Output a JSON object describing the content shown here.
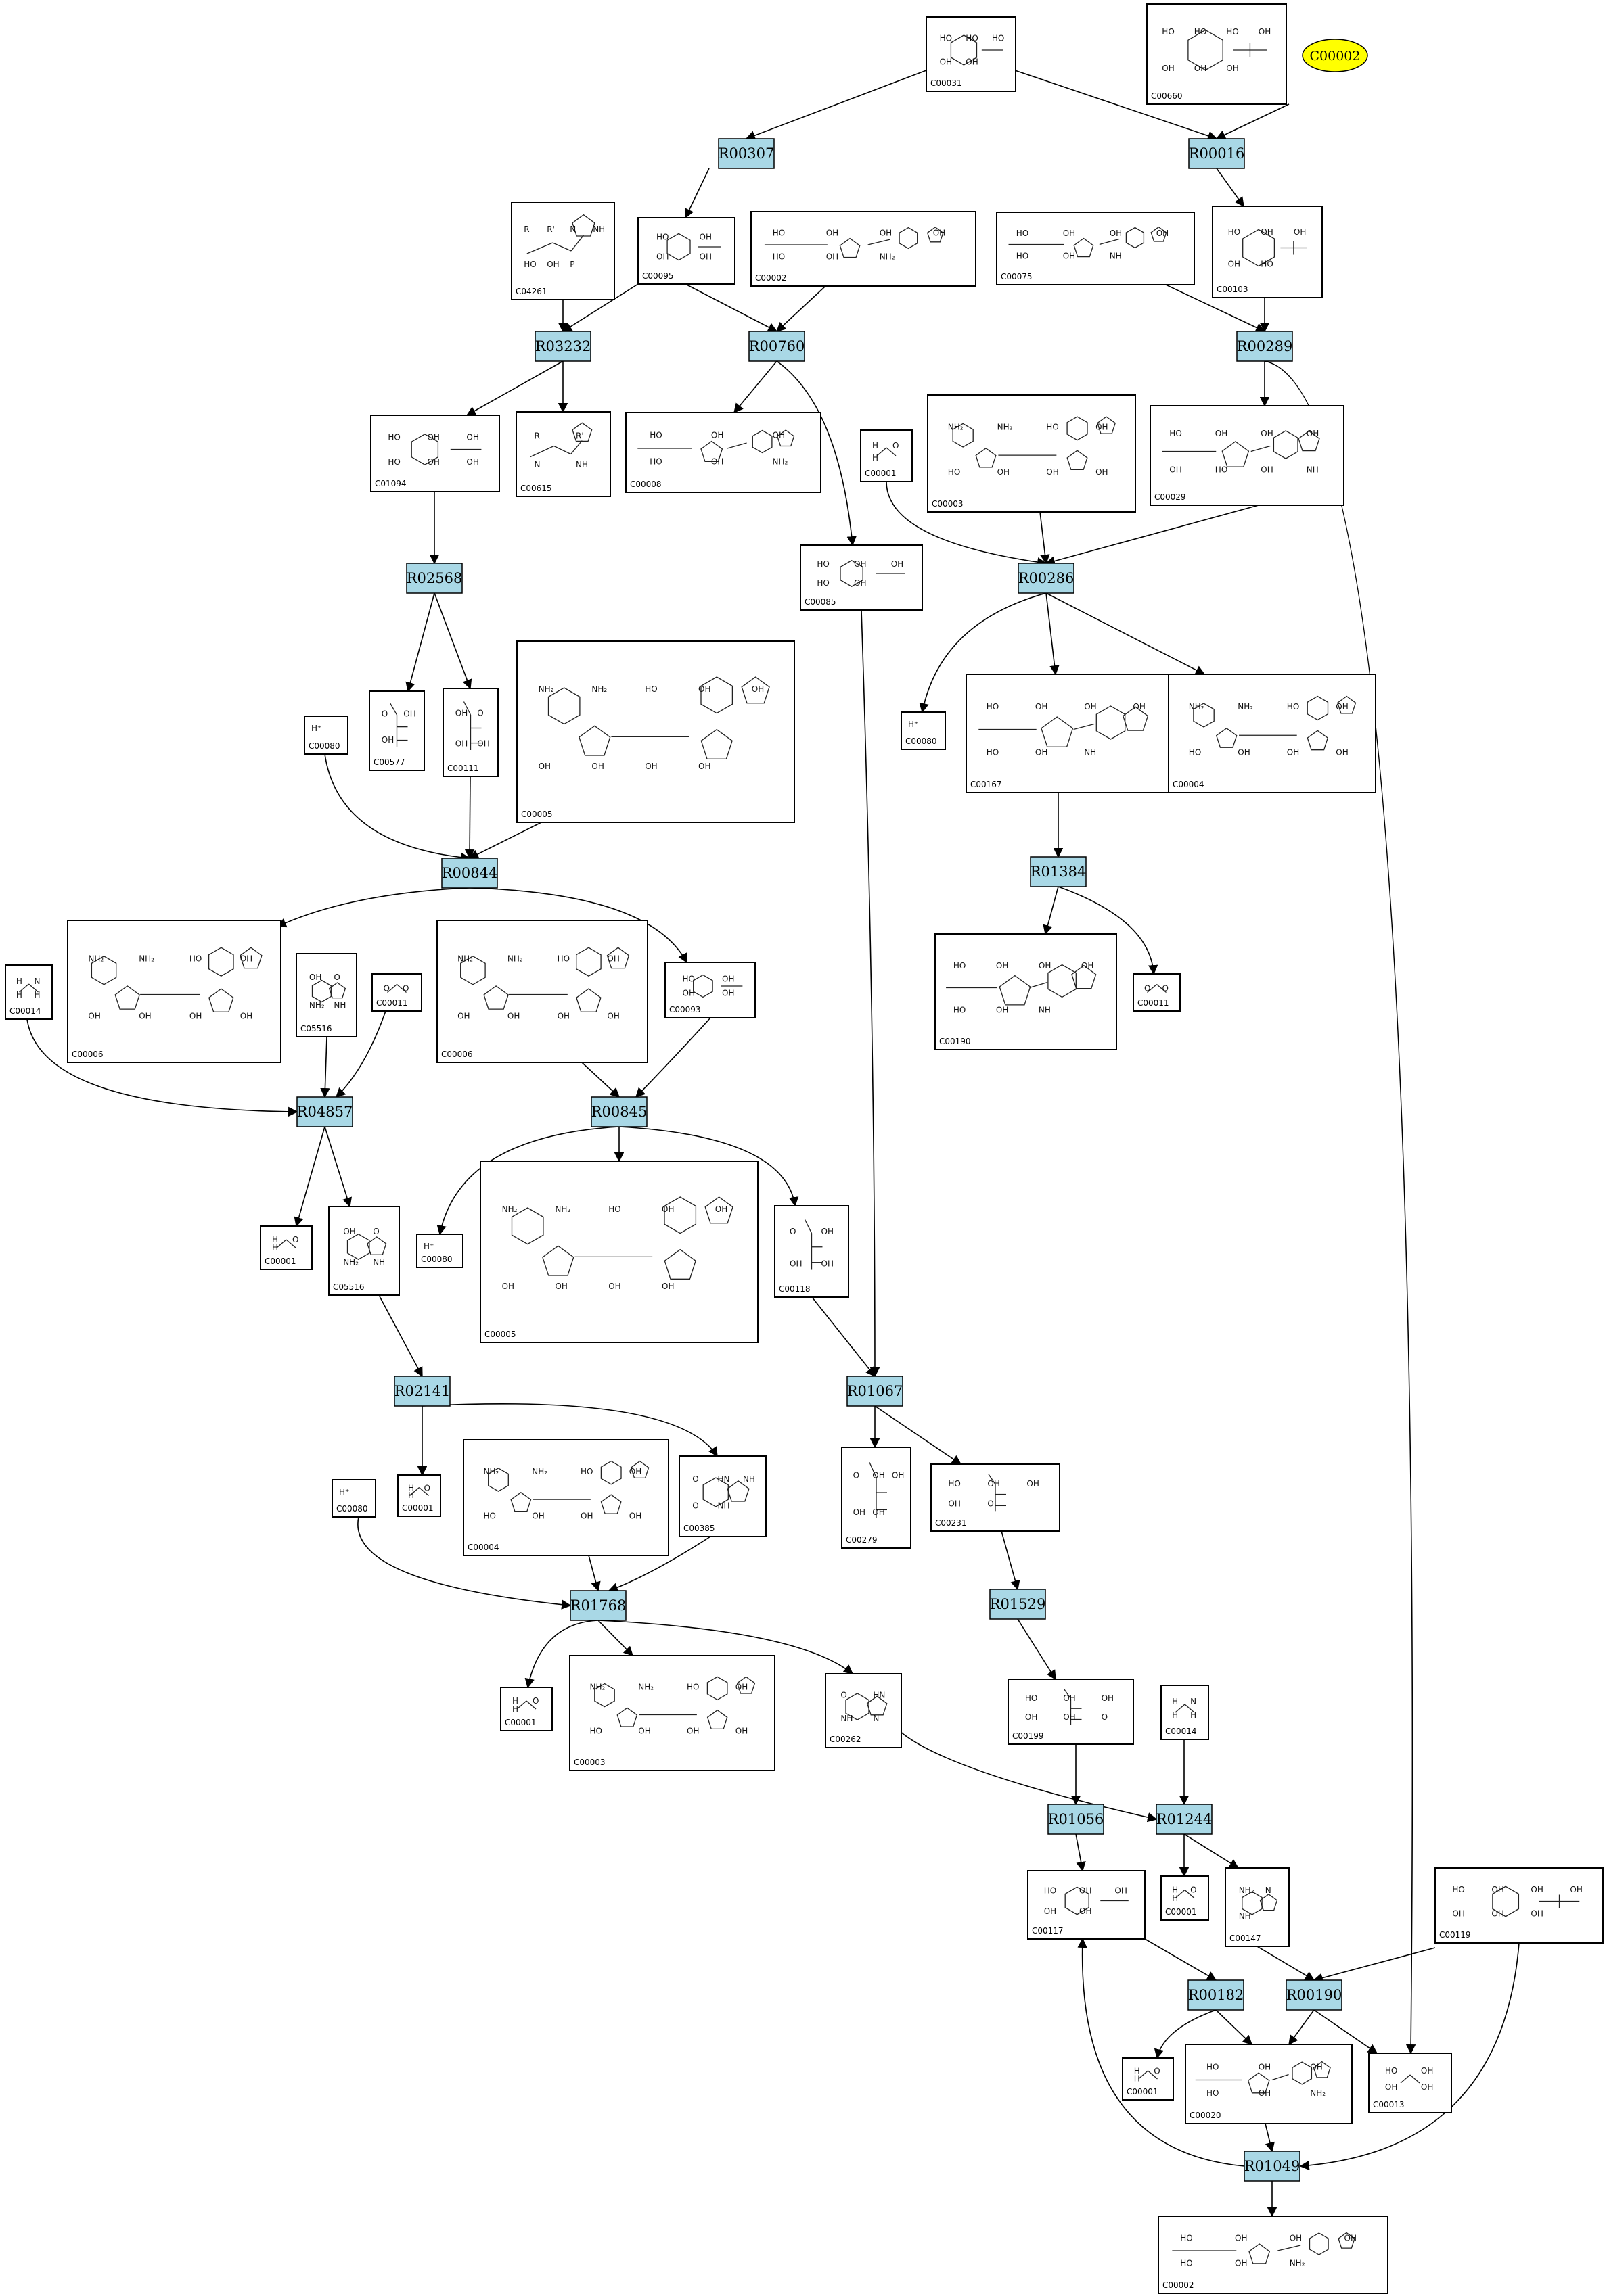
{
  "highlight": {
    "id": "C00002",
    "color": "#ffff00"
  },
  "colors": {
    "reaction_fill": "#a9d8e6",
    "edge": "#000000"
  },
  "reactions": [
    "R00307",
    "R00016",
    "R03232",
    "R00760",
    "R00289",
    "R02568",
    "R00286",
    "R00844",
    "R01384",
    "R04857",
    "R00845",
    "R02141",
    "R01067",
    "R01768",
    "R01529",
    "R01056",
    "R01244",
    "R00182",
    "R00190",
    "R01049"
  ],
  "compounds": [
    {
      "key": "c00031",
      "id": "C00031",
      "atoms": [
        "HO",
        "HO",
        "HO",
        "OH",
        "OH"
      ]
    },
    {
      "key": "c00660",
      "id": "C00660",
      "atoms": [
        "HO",
        "HO",
        "HO",
        "OH",
        "OH",
        "OH",
        "OH"
      ]
    },
    {
      "key": "c04261",
      "id": "C04261",
      "atoms": [
        "R",
        "R'",
        "N",
        "NH",
        "HO",
        "OH",
        "P"
      ]
    },
    {
      "key": "c00095",
      "id": "C00095",
      "atoms": [
        "HO",
        "OH",
        "OH",
        "OH"
      ]
    },
    {
      "key": "c00002a",
      "id": "C00002",
      "atoms": [
        "HO",
        "OH",
        "OH",
        "OH",
        "HO",
        "OH",
        "NH₂"
      ]
    },
    {
      "key": "c00075",
      "id": "C00075",
      "atoms": [
        "HO",
        "OH",
        "OH",
        "OH",
        "HO",
        "OH",
        "NH"
      ]
    },
    {
      "key": "c00103",
      "id": "C00103",
      "atoms": [
        "HO",
        "OH",
        "OH",
        "OH",
        "HO"
      ]
    },
    {
      "key": "c01094",
      "id": "C01094",
      "atoms": [
        "HO",
        "OH",
        "OH",
        "HO",
        "OH",
        "OH"
      ]
    },
    {
      "key": "c00615",
      "id": "C00615",
      "atoms": [
        "R",
        "R'",
        "N",
        "NH"
      ]
    },
    {
      "key": "c00008",
      "id": "C00008",
      "atoms": [
        "HO",
        "OH",
        "OH",
        "HO",
        "OH",
        "NH₂"
      ]
    },
    {
      "key": "c00001a",
      "id": "C00001",
      "atoms": [
        "H",
        "O",
        "H"
      ]
    },
    {
      "key": "c00003a",
      "id": "C00003",
      "atoms": [
        "NH₂",
        "NH₂",
        "HO",
        "OH",
        "HO",
        "OH",
        "OH",
        "OH"
      ]
    },
    {
      "key": "c00029",
      "id": "C00029",
      "atoms": [
        "HO",
        "OH",
        "OH",
        "OH",
        "OH",
        "HO",
        "OH",
        "NH"
      ]
    },
    {
      "key": "c00085",
      "id": "C00085",
      "atoms": [
        "HO",
        "OH",
        "OH",
        "HO",
        "OH"
      ]
    },
    {
      "key": "c00080a",
      "id": "C00080",
      "atoms": [
        "H⁺"
      ]
    },
    {
      "key": "c00167",
      "id": "C00167",
      "atoms": [
        "HO",
        "OH",
        "OH",
        "OH",
        "HO",
        "OH",
        "NH"
      ]
    },
    {
      "key": "c00004a",
      "id": "C00004",
      "atoms": [
        "NH₂",
        "NH₂",
        "HO",
        "OH",
        "HO",
        "OH",
        "OH",
        "OH"
      ]
    },
    {
      "key": "c00080b",
      "id": "C00080",
      "atoms": [
        "H⁺"
      ]
    },
    {
      "key": "c00577",
      "id": "C00577",
      "atoms": [
        "O",
        "OH",
        "OH"
      ]
    },
    {
      "key": "c00111",
      "id": "C00111",
      "atoms": [
        "OH",
        "O",
        "OH",
        "OH"
      ]
    },
    {
      "key": "c00005a",
      "id": "C00005",
      "atoms": [
        "NH₂",
        "NH₂",
        "HO",
        "OH",
        "OH",
        "OH",
        "OH",
        "OH",
        "OH"
      ]
    },
    {
      "key": "c01384x",
      "id": "C00190",
      "atoms": [
        "HO",
        "OH",
        "OH",
        "OH",
        "HO",
        "OH",
        "NH"
      ]
    },
    {
      "key": "c00011a",
      "id": "C00011",
      "atoms": [
        "O",
        "O"
      ]
    },
    {
      "key": "c00014a",
      "id": "C00014",
      "atoms": [
        "H",
        "N",
        "H",
        "H"
      ]
    },
    {
      "key": "c00006a",
      "id": "C00006",
      "atoms": [
        "NH₂",
        "NH₂",
        "HO",
        "OH",
        "OH",
        "OH",
        "OH",
        "OH"
      ]
    },
    {
      "key": "c05516a",
      "id": "C05516",
      "atoms": [
        "OH",
        "O",
        "NH₂",
        "NH"
      ]
    },
    {
      "key": "c00011b",
      "id": "C00011",
      "atoms": [
        "O",
        "O"
      ]
    },
    {
      "key": "c00006b",
      "id": "C00006",
      "atoms": [
        "NH₂",
        "NH₂",
        "HO",
        "OH",
        "OH",
        "OH",
        "OH",
        "OH"
      ]
    },
    {
      "key": "c00093",
      "id": "C00093",
      "atoms": [
        "HO",
        "OH",
        "OH",
        "OH"
      ]
    },
    {
      "key": "c00001b",
      "id": "C00001",
      "atoms": [
        "H",
        "O",
        "H"
      ]
    },
    {
      "key": "c05516b",
      "id": "C05516",
      "atoms": [
        "OH",
        "O",
        "NH₂",
        "NH"
      ]
    },
    {
      "key": "c00080c",
      "id": "C00080",
      "atoms": [
        "H⁺"
      ]
    },
    {
      "key": "c00005b",
      "id": "C00005",
      "atoms": [
        "NH₂",
        "NH₂",
        "HO",
        "OH",
        "OH",
        "OH",
        "OH",
        "OH",
        "OH"
      ]
    },
    {
      "key": "c00118",
      "id": "C00118",
      "atoms": [
        "O",
        "OH",
        "OH",
        "OH"
      ]
    },
    {
      "key": "c00001c",
      "id": "C00001",
      "atoms": [
        "H",
        "O",
        "H"
      ]
    },
    {
      "key": "c00080d",
      "id": "C00080",
      "atoms": [
        "H⁺"
      ]
    },
    {
      "key": "c00004b",
      "id": "C00004",
      "atoms": [
        "NH₂",
        "NH₂",
        "HO",
        "OH",
        "HO",
        "OH",
        "OH",
        "OH"
      ]
    },
    {
      "key": "c00385",
      "id": "C00385",
      "atoms": [
        "O",
        "HN",
        "NH",
        "O",
        "NH"
      ]
    },
    {
      "key": "c00279",
      "id": "C00279",
      "atoms": [
        "O",
        "OH",
        "OH",
        "OH",
        "OH"
      ]
    },
    {
      "key": "c00231",
      "id": "C00231",
      "atoms": [
        "HO",
        "OH",
        "OH",
        "OH",
        "O"
      ]
    },
    {
      "key": "c00001d",
      "id": "C00001",
      "atoms": [
        "H",
        "O",
        "H"
      ]
    },
    {
      "key": "c00003b",
      "id": "C00003",
      "atoms": [
        "NH₂",
        "NH₂",
        "HO",
        "OH",
        "HO",
        "OH",
        "OH",
        "OH"
      ]
    },
    {
      "key": "c00262",
      "id": "C00262",
      "atoms": [
        "O",
        "HN",
        "NH",
        "N"
      ]
    },
    {
      "key": "c00199",
      "id": "C00199",
      "atoms": [
        "HO",
        "OH",
        "OH",
        "OH",
        "OH",
        "O"
      ]
    },
    {
      "key": "c00014b",
      "id": "C00014",
      "atoms": [
        "H",
        "N",
        "H",
        "H"
      ]
    },
    {
      "key": "c00117",
      "id": "C00117",
      "atoms": [
        "HO",
        "OH",
        "OH",
        "OH",
        "OH"
      ]
    },
    {
      "key": "c00001e",
      "id": "C00001",
      "atoms": [
        "H",
        "O",
        "H"
      ]
    },
    {
      "key": "c00147",
      "id": "C00147",
      "atoms": [
        "NH₂",
        "N",
        "NH"
      ]
    },
    {
      "key": "c00119",
      "id": "C00119",
      "atoms": [
        "HO",
        "OH",
        "OH",
        "OH",
        "OH",
        "OH",
        "OH"
      ]
    },
    {
      "key": "c00001f",
      "id": "C00001",
      "atoms": [
        "H",
        "O",
        "H"
      ]
    },
    {
      "key": "c00020",
      "id": "C00020",
      "atoms": [
        "HO",
        "OH",
        "OH",
        "HO",
        "OH",
        "NH₂"
      ]
    },
    {
      "key": "c00013",
      "id": "C00013",
      "atoms": [
        "HO",
        "OH",
        "OH",
        "OH"
      ]
    },
    {
      "key": "c00002b",
      "id": "C00002",
      "atoms": [
        "HO",
        "OH",
        "OH",
        "OH",
        "HO",
        "OH",
        "NH₂"
      ]
    }
  ]
}
